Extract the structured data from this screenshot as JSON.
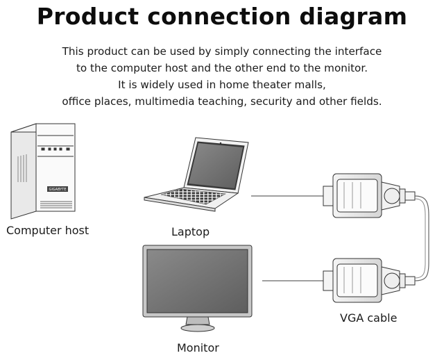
{
  "title": "Product connection diagram",
  "description": [
    "This product can be used by simply connecting the interface",
    "to the computer host and the other end to the monitor.",
    "It is widely used in home theater malls,",
    "office places, multimedia teaching, security and other fields."
  ],
  "labels": {
    "computer_host": "Computer host",
    "laptop": "Laptop",
    "monitor": "Monitor",
    "vga_cable": "VGA cable"
  },
  "tower_badge": "GIGABYTE"
}
